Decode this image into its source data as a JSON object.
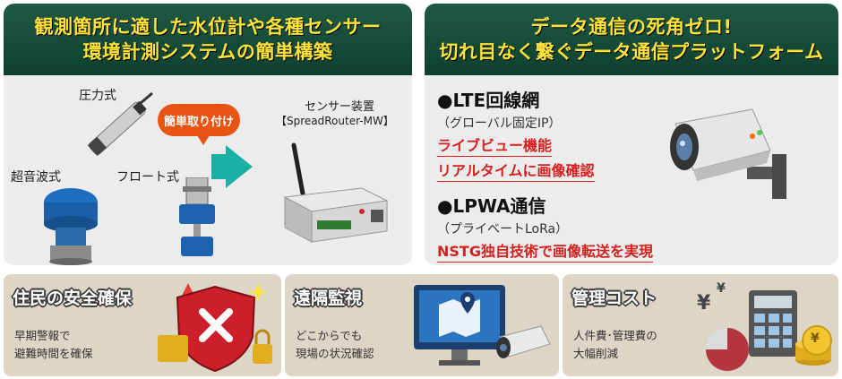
{
  "left_panel": {
    "header_line1": "観測箇所に適した水位計や各種センサー",
    "header_line2": "環境計測システムの簡単構築",
    "label_pressure": "圧力式",
    "label_ultrasonic": "超音波式",
    "label_float": "フロート式",
    "callout": "簡単取り付け",
    "device_label_line1": "センサー装置",
    "device_label_line2": "【SpreadRouter-MW】"
  },
  "right_panel": {
    "header_line1": "データ通信の死角ゼロ!",
    "header_line2": "切れ目なく繋ぐデータ通信プラットフォーム",
    "item1_title": "●LTE回線網",
    "item1_sub": "（グローバル固定IP）",
    "item1_red1": "ライブビュー機能",
    "item1_red2": "リアルタイムに画像確認",
    "item2_title": "●LPWA通信",
    "item2_sub": "（プライベートLoRa）",
    "item2_red1": "NSTG独自技術で画像転送を実現"
  },
  "bottom_cards": {
    "safety_title": "住民の安全確保",
    "safety_line1": "早期警報で",
    "safety_line2": "避難時間を確保",
    "remote_title": "遠隔監視",
    "remote_line1": "どこからでも",
    "remote_line2": "現場の状況確認",
    "cost_title": "管理コスト",
    "cost_line1": "人件費･管理費の",
    "cost_line2": "大幅削減",
    "yen_symbol": "¥",
    "coin_symbol": "¥"
  },
  "colors": {
    "header_bg": "#164a38",
    "header_text": "#ffe23a",
    "accent_red": "#d3211f",
    "callout_orange": "#e85512",
    "arrow_teal": "#1bb0a6",
    "card_bg": "#ddd5c5"
  }
}
